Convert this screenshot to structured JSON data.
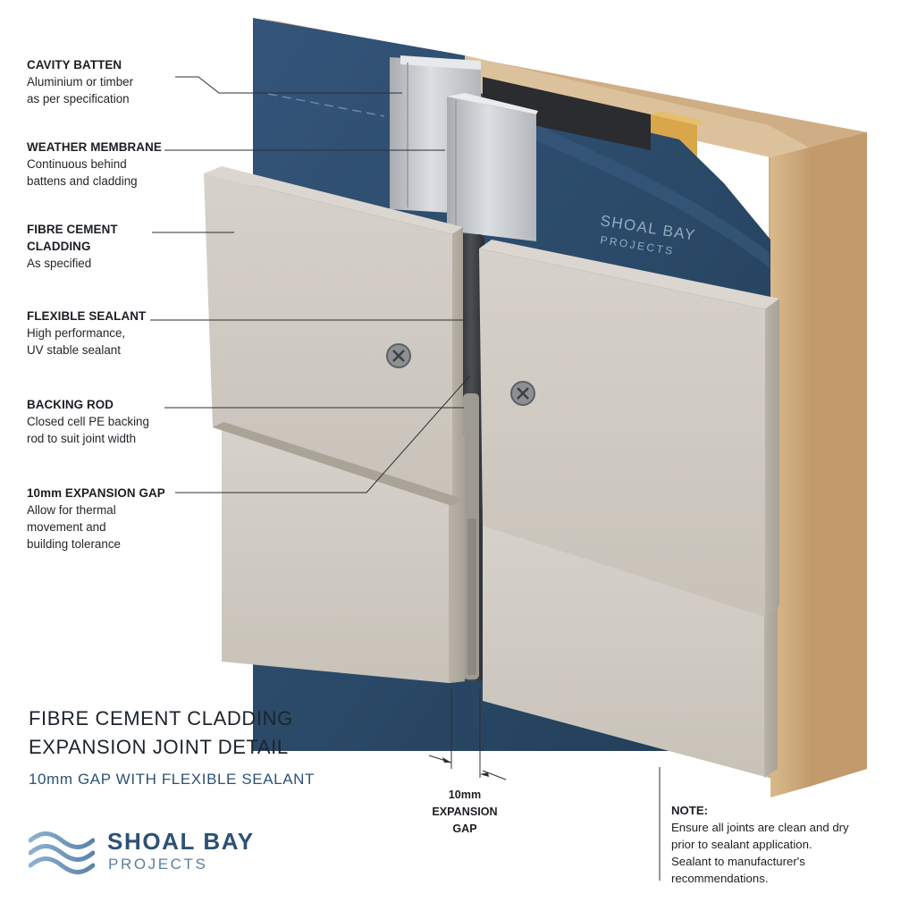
{
  "callouts": {
    "cavity_batten": {
      "title": "CAVITY BATTEN",
      "lines": [
        "Aluminium or timber",
        "as per specification"
      ]
    },
    "weather_membrane": {
      "title": "WEATHER MEMBRANE",
      "lines": [
        "Continuous behind",
        "battens and cladding"
      ]
    },
    "fibre_cement_cladding": {
      "title_lines": [
        "FIBRE CEMENT",
        "CLADDING"
      ],
      "lines": [
        "As specified"
      ]
    },
    "flexible_sealant": {
      "title": "FLEXIBLE SEALANT",
      "lines": [
        "High performance,",
        "UV stable sealant"
      ]
    },
    "backing_rod": {
      "title": "BACKING ROD",
      "lines": [
        "Closed cell PE backing",
        "rod to suit joint width"
      ]
    },
    "expansion_gap": {
      "title": "10mm EXPANSION GAP",
      "lines": [
        "Allow for thermal",
        "movement and",
        "building tolerance"
      ]
    }
  },
  "title": {
    "line1": "FIBRE CEMENT CLADDING",
    "line2": "EXPANSION JOINT DETAIL",
    "subtitle": "10mm GAP WITH FLEXIBLE SEALANT"
  },
  "dimension": {
    "lines": [
      "10mm",
      "EXPANSION",
      "GAP"
    ]
  },
  "note": {
    "title": "NOTE:",
    "lines": [
      "Ensure all joints are clean and dry",
      "prior to sealant application.",
      "Sealant to manufacturer's",
      "recommendations."
    ]
  },
  "membrane_print": {
    "name": "SHOAL BAY",
    "sub": "PROJECTS"
  },
  "logo": {
    "name": "SHOAL BAY",
    "sub": "PROJECTS"
  },
  "colors": {
    "membrane": "#2f4e6d",
    "cladding": "#cdc7be",
    "timber": "#c9a97f",
    "batten": "#c3c6c9",
    "sealant": "#3b3d40",
    "brand_blue": "#2d5176"
  }
}
